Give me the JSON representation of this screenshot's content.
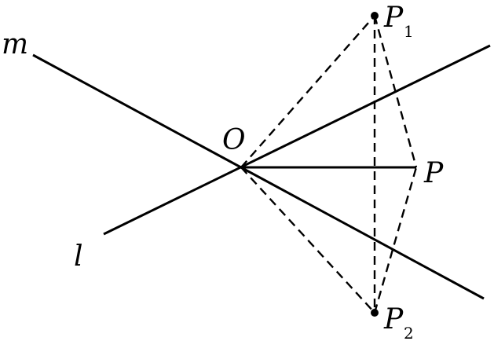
{
  "labels": {
    "m": "m",
    "l": "l",
    "O": "O",
    "P": "P",
    "P1": "P",
    "P1_sub": "1",
    "P2": "P",
    "P2_sub": "2"
  }
}
